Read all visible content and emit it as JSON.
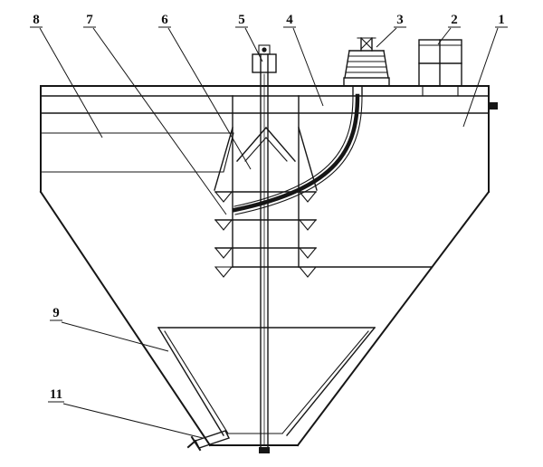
{
  "drawing": {
    "kind": "technical-line-diagram",
    "subject": "conical-thickener-tank-sectional-drawing",
    "colors": {
      "ink": "#161616",
      "paper": "#ffffff"
    },
    "callouts": {
      "c1": "1",
      "c2": "2",
      "c3": "3",
      "c4": "4",
      "c5": "5",
      "c6": "6",
      "c7": "7",
      "c8": "8",
      "c9": "9",
      "c11": "11"
    }
  }
}
